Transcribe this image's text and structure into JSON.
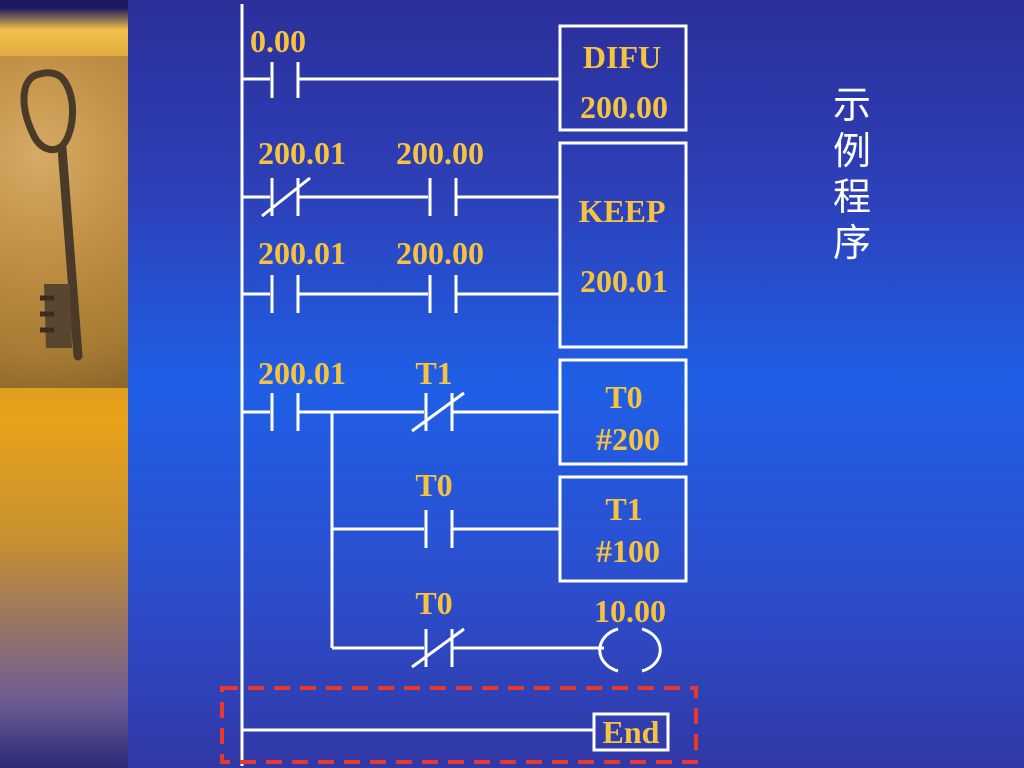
{
  "colors": {
    "label": "#f6c341",
    "line": "#ffffff",
    "dashed_box": "#e8392b",
    "background": "#2b4fcf"
  },
  "side_title": [
    "示",
    "例",
    "程",
    "序"
  ],
  "rungs": [
    {
      "contacts": [
        "0.00"
      ],
      "instruction": [
        "DIFU",
        "200.00"
      ]
    },
    {
      "contacts": [
        "200.01",
        "200.00"
      ],
      "instruction": [
        "KEEP",
        "200.01"
      ]
    },
    {
      "contacts": [
        "200.01",
        "200.00"
      ]
    },
    {
      "contacts": [
        "200.01",
        "T1"
      ],
      "instruction": [
        "T0",
        "#200"
      ]
    },
    {
      "contacts": [
        "T0"
      ],
      "instruction": [
        "T1",
        "#100"
      ]
    },
    {
      "contacts": [
        "T0"
      ],
      "coil": "10.00"
    },
    {
      "instruction": [
        "End"
      ]
    }
  ],
  "key_icon": "old-skeleton-key-photo"
}
